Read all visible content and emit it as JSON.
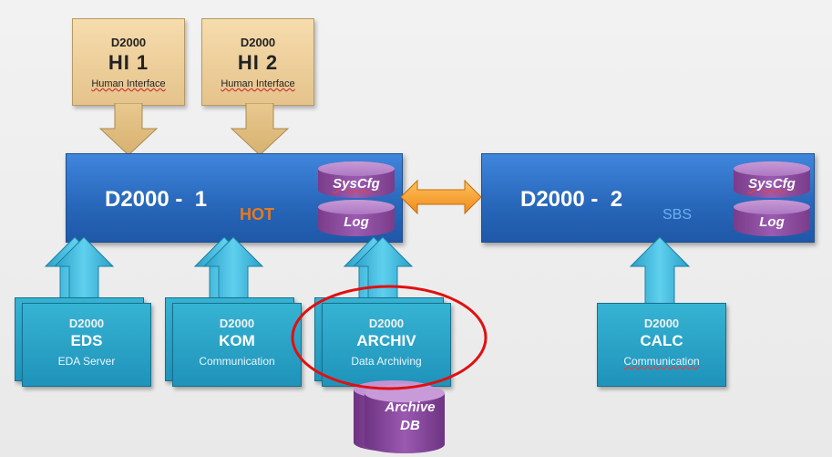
{
  "hi": [
    {
      "brand": "D2000",
      "name": "HI 1",
      "subtitle": "Human Interface"
    },
    {
      "brand": "D2000",
      "name": "HI 2",
      "subtitle": "Human Interface"
    }
  ],
  "servers": [
    {
      "title": "D2000 -  1",
      "state": "HOT",
      "db1": "SysCfg",
      "db2": "Log"
    },
    {
      "title": "D2000 -  2",
      "state": "SBS",
      "db1": "SysCfg",
      "db2": "Log"
    }
  ],
  "modules": [
    {
      "brand": "D2000",
      "name": "EDS",
      "subtitle": "EDA Server"
    },
    {
      "brand": "D2000",
      "name": "KOM",
      "subtitle": "Communication"
    },
    {
      "brand": "D2000",
      "name": "ARCHIV",
      "subtitle": "Data Archiving"
    },
    {
      "brand": "D2000",
      "name": "CALC",
      "subtitle": "Communication"
    }
  ],
  "archive_db": {
    "line1": "Archive",
    "line2": "DB"
  },
  "colors": {
    "hi_box": "#efcf9c",
    "server": "#2f73c8",
    "module": "#2aa3c7",
    "database": "#8e4da3",
    "sync_arrow": "#f39a2a",
    "hot_text": "#e87a1d",
    "sbs_text": "#6fb0f0",
    "highlight_ellipse": "#e01010"
  }
}
